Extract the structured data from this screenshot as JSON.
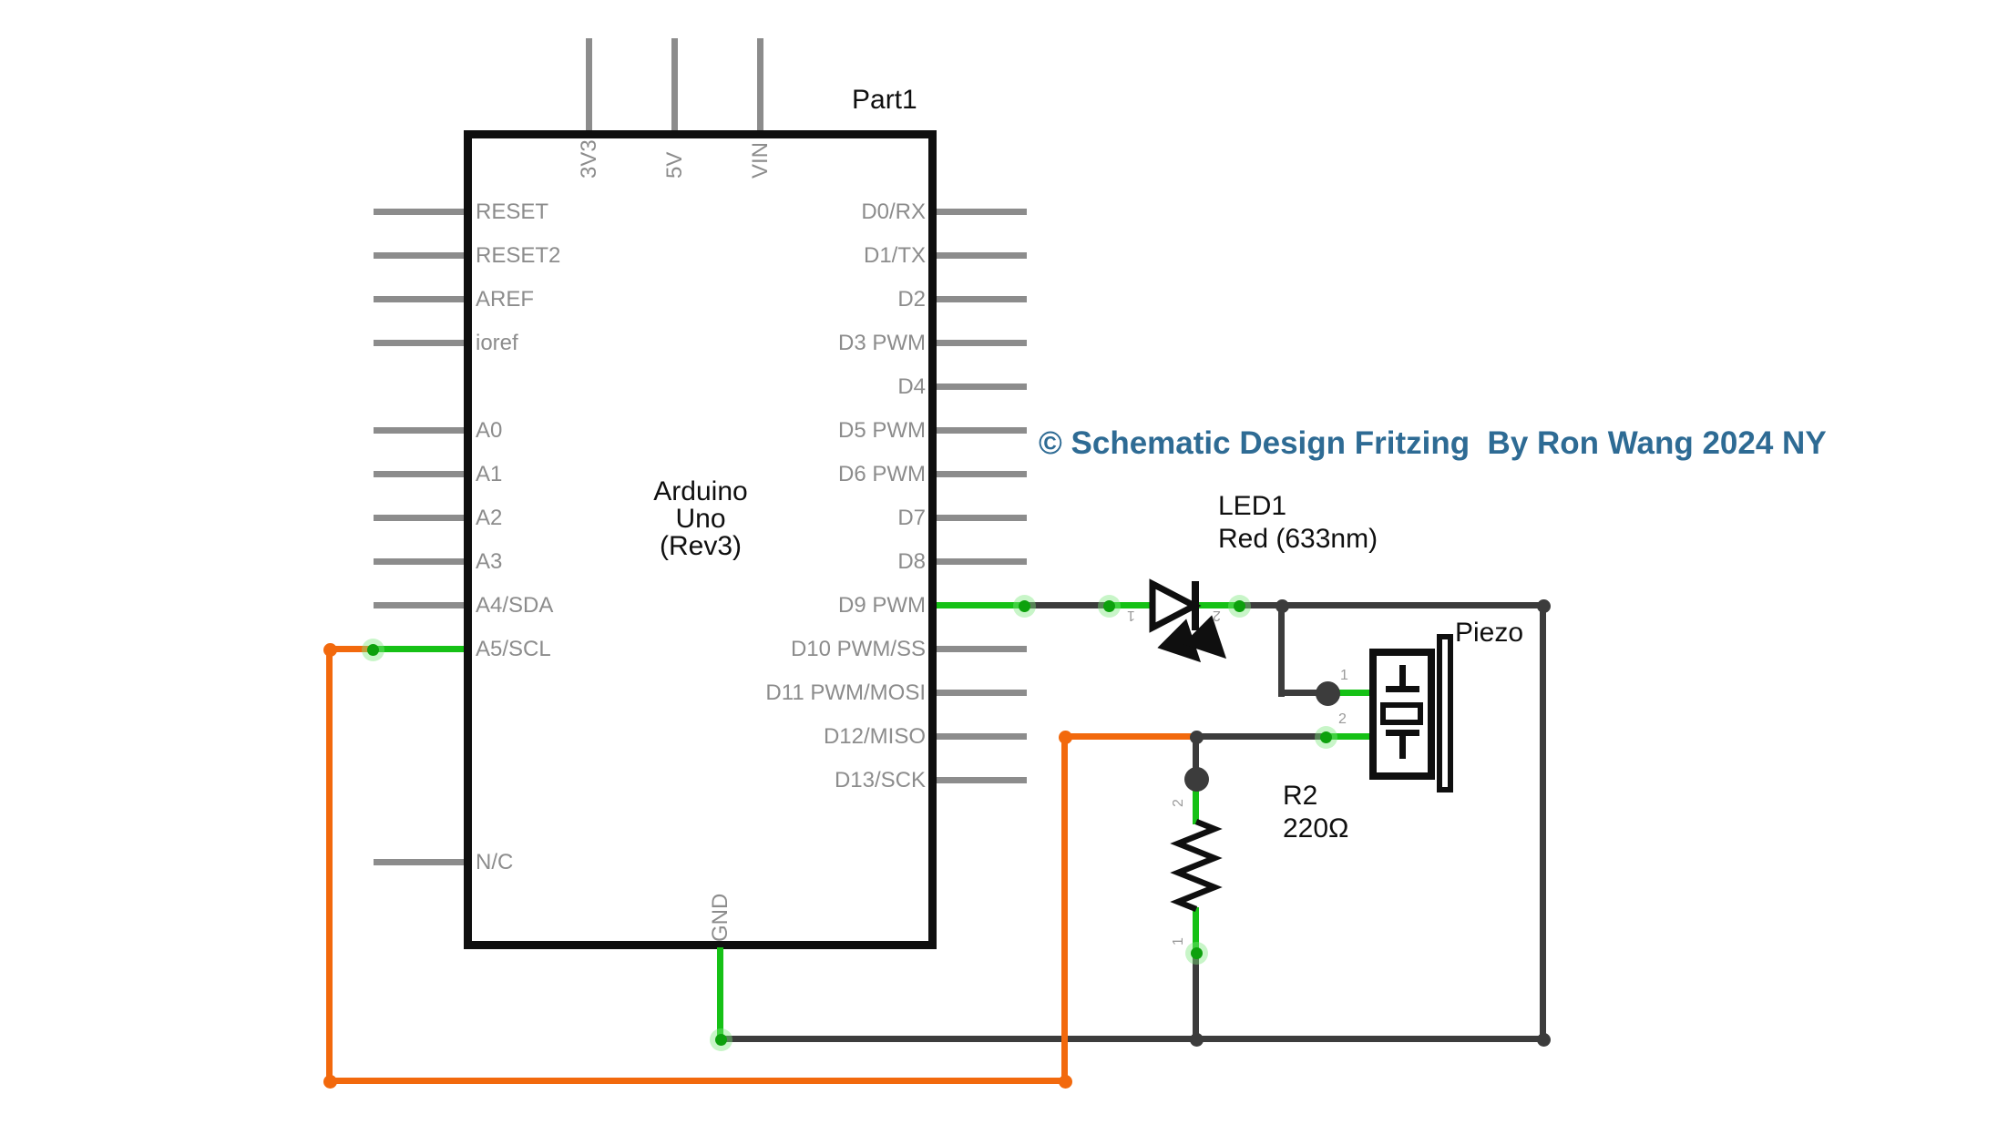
{
  "colors": {
    "wire_green": "#16c116",
    "wire_orange": "#f2690d",
    "wire_dark": "#3c3c3c",
    "pin_stub_gray": "#8c8c8c",
    "pin_text_gray": "#8c8c8c",
    "component_black": "#0f0f0f",
    "copyright_blue": "#2e6b94"
  },
  "copyright": {
    "text": "© Schematic Design Fritzing  By Ron Wang 2024 NY"
  },
  "arduino": {
    "part_label": "Part1",
    "name_line1": "Arduino",
    "name_line2": "Uno",
    "name_line3": "(Rev3)",
    "top_pins": [
      "3V3",
      "5V",
      "VIN"
    ],
    "bottom_pins": [
      "GND"
    ],
    "left_pins": [
      "RESET",
      "RESET2",
      "AREF",
      "ioref",
      "A0",
      "A1",
      "A2",
      "A3",
      "A4/SDA",
      "A5/SCL",
      "N/C"
    ],
    "right_pins": [
      "D0/RX",
      "D1/TX",
      "D2",
      "D3 PWM",
      "D4",
      "D5 PWM",
      "D6 PWM",
      "D7",
      "D8",
      "D9 PWM",
      "D10 PWM/SS",
      "D11 PWM/MOSI",
      "D12/MISO",
      "D13/SCK"
    ]
  },
  "led": {
    "designator": "LED1",
    "value": "Red (633nm)",
    "pin1": "1",
    "pin2": "2"
  },
  "resistor": {
    "designator": "R2",
    "value": "220Ω",
    "pin1": "1",
    "pin2": "2"
  },
  "piezo": {
    "label": "Piezo",
    "pin1": "1",
    "pin2": "2"
  }
}
